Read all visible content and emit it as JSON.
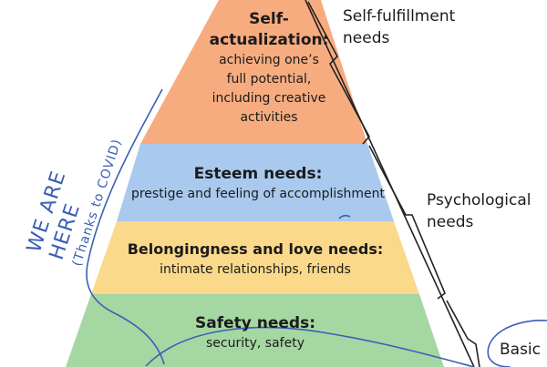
{
  "tiers": [
    {
      "id": "self-actualization",
      "title": "Self-actualization:",
      "title_lines": [
        "Self-",
        "actualization:"
      ],
      "description_lines": [
        "achieving one’s",
        "full potential,",
        "including creative",
        "activities"
      ],
      "color": "#f7ac7f"
    },
    {
      "id": "esteem",
      "title": "Esteem needs:",
      "description_lines": [
        "prestige and feeling of accomplishment"
      ],
      "color": "#a9c9ee"
    },
    {
      "id": "belonging",
      "title": "Belongingness and love needs:",
      "description_lines": [
        "intimate relationships, friends"
      ],
      "color": "#fbd98a"
    },
    {
      "id": "safety",
      "title": "Safety needs:",
      "description_lines": [
        "security, safety"
      ],
      "color": "#a5d7a2"
    }
  ],
  "groups": [
    {
      "id": "self-fulfillment",
      "label_lines": [
        "Self-fulfillment",
        "needs"
      ]
    },
    {
      "id": "psychological",
      "label_lines": [
        "Psychological",
        "needs"
      ]
    },
    {
      "id": "basic",
      "label_lines": [
        "Basic"
      ]
    }
  ],
  "annotation": {
    "line1": "WE ARE",
    "line2": "HERE",
    "line3": "(Thanks to COVID)",
    "ink_color": "#3a5fb5"
  },
  "colors": {
    "outline": "#222222",
    "annotation_ink": "#3a5fb5"
  }
}
